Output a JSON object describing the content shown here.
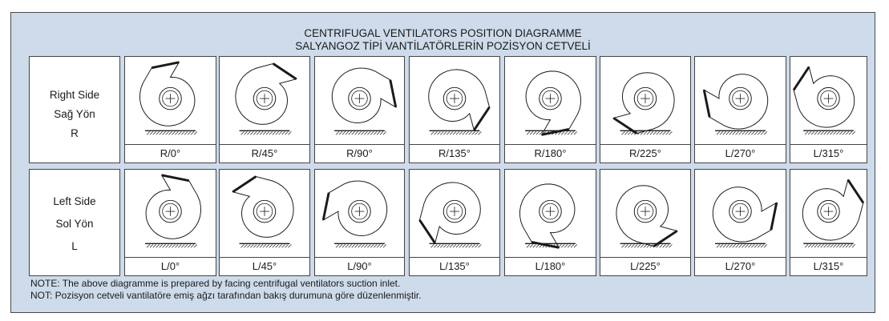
{
  "title": {
    "line1": "CENTRIFUGAL VENTILATORS POSITION DIAGRAMME",
    "line2": "SALYANGOZ TİPİ VANTİLATÖRLERİN POZİSYON CETVELİ"
  },
  "rows": [
    {
      "header": [
        "Right Side",
        "Sağ Yön",
        "R"
      ],
      "cells": [
        {
          "label": "R/0°",
          "angle": 0
        },
        {
          "label": "R/45°",
          "angle": 45
        },
        {
          "label": "R/90°",
          "angle": 90
        },
        {
          "label": "R/135°",
          "angle": 135
        },
        {
          "label": "R/180°",
          "angle": 180
        },
        {
          "label": "R/225°",
          "angle": 225
        },
        {
          "label": "L/270°",
          "angle": 270
        },
        {
          "label": "L/315°",
          "angle": 315
        }
      ]
    },
    {
      "header": [
        "Left Side",
        "Sol Yön",
        "L"
      ],
      "cells": [
        {
          "label": "L/0°",
          "angle": 0
        },
        {
          "label": "L/45°",
          "angle": 45
        },
        {
          "label": "L/90°",
          "angle": 90
        },
        {
          "label": "L/135°",
          "angle": 135
        },
        {
          "label": "L/180°",
          "angle": 180
        },
        {
          "label": "L/225°",
          "angle": 225
        },
        {
          "label": "L/270°",
          "angle": 270
        },
        {
          "label": "L/315°",
          "angle": 315
        }
      ]
    }
  ],
  "notes": [
    "NOTE: The above diagramme is prepared by facing centrifugal ventilators suction inlet.",
    "NOT: Pozisyon cetveli vantilatöre emiş ağzı tarafından bakış durumuna göre düzenlenmiştir."
  ],
  "colors": {
    "panel": "#cddbea",
    "cell": "#ffffff",
    "ink": "#1a1a1a"
  }
}
